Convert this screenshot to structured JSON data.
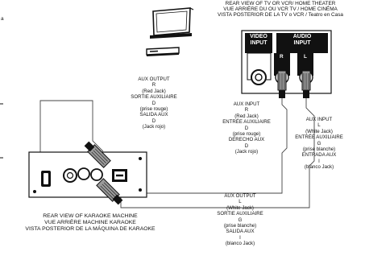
{
  "edge_fragment": "a",
  "tv_caption": [
    "REAR VIEW OF TV OR VCR/ HOME THEATER",
    "VUE ARRIÈRE DU OU VCR TV / HOME CINÉMA",
    "VISTA POSTERIOR DE LA TV o VCR / Teatro en Casa"
  ],
  "panel_labels": {
    "video": [
      "VIDEO",
      "INPUT"
    ],
    "audio": [
      "AUDIO",
      "INPUT"
    ],
    "r": "R",
    "l": "L"
  },
  "aux_output_top": [
    "AUX OUTPUT",
    "R",
    "(Red Jack)",
    "SORTIE AUXILIAIRE",
    "D",
    "(prise rouge)",
    "SALIDA AUX",
    "D",
    "(Jack rojo)"
  ],
  "aux_input_r": [
    "AUX INPUT",
    "R",
    "(Red Jack)",
    "ENTRÉE AUXILIAIRE",
    "D",
    "(prise rouge)",
    "DERECHO AUX",
    "D",
    "(Jack rojo)"
  ],
  "aux_input_l": [
    "AUX INPUT",
    "L",
    "(White Jack)",
    "ENTRÉE AUXILIAIRE",
    "G",
    "(prise blanche)",
    "ENTRADA AUX",
    "I",
    "(blanco Jack)"
  ],
  "aux_output_bottom": [
    "AUX OUTPUT",
    "L",
    "(White Jack)",
    "SORTIE AUXILIAIRE",
    "G",
    "(prise blanche)",
    "SALIDA AUX",
    "I",
    "(blanco Jack)"
  ],
  "karaoke_caption": [
    "REAR VIEW OF KARAOKE MACHINE",
    "VUE ARRIÈRE MACHINE KARAOKE",
    "VISTA POSTERIOR DE LA MÁQUINA DE KARAOKE"
  ],
  "colors": {
    "ink": "#111111",
    "panel_bg": "#ffffff",
    "jack_gray": "#9a9a9a",
    "wire": "#444444"
  }
}
